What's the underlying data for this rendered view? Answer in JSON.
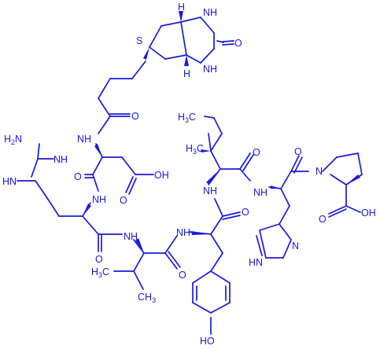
{
  "labels": {
    "s": "S",
    "h_top": "H",
    "h_bottom": "H",
    "nh_top": "NH",
    "nh_bottom": "NH",
    "o_biotin": "O",
    "o_amide1": "O",
    "nh_asp": "N",
    "h_asp": "H",
    "h2n": "H",
    "h2n_two": "2",
    "h2n_n": "N",
    "nh_imine": "NH",
    "hn_left": "HN",
    "nh_arg": "N",
    "h_arg": "H",
    "o_asp": "O",
    "o_asp_acid": "O",
    "oh_asp": "OH",
    "o_arg": "O",
    "nh_val": "N",
    "h_val": "H",
    "o_val": "O",
    "val_h3c": "H",
    "val_h3c_three": "3",
    "val_h3c_c": "C",
    "val_ch3": "CH",
    "val_ch3_three": "3",
    "nh_tyr": "N",
    "h_tyr": "H",
    "o_tyr": "O",
    "ho": "HO",
    "ile_h3c": "H",
    "ile_h3c_three": "3",
    "ile_h3c_c": "C",
    "ile_h3c2": "H",
    "ile_h3c2_three": "3",
    "ile_h3c2_c": "C",
    "o_ile": "O",
    "nh_ile": "N",
    "h_ile": "H",
    "nh_his": "N",
    "h_his": "H",
    "n_his": "N",
    "hn_his": "HN",
    "o_his": "O",
    "n_pro": "N",
    "o_pro": "O",
    "oh_pro": "OH"
  }
}
